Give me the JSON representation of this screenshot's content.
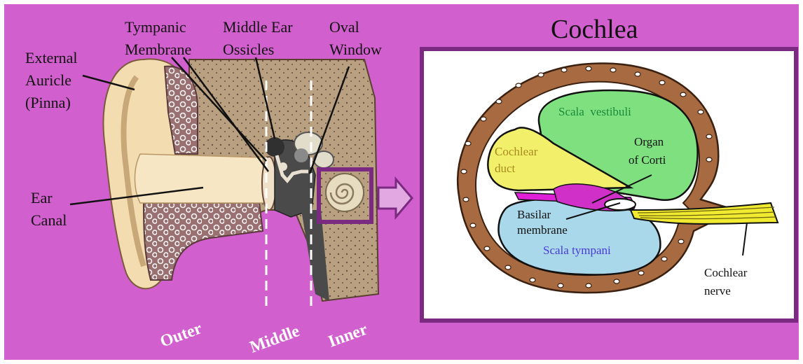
{
  "colors": {
    "background": "#d25fce",
    "frame": "#7a2a80",
    "cochlea_bone": "#a86a40",
    "scala_vestibuli": "#7fe07f",
    "cochlear_duct": "#f2f06a",
    "scala_tympani": "#a8d8ea",
    "basilar_membrane": "#e020d8",
    "nerve": "#f0ea30",
    "skin": "#f2dcb0",
    "bone_tissue": "#9a7070"
  },
  "ear": {
    "labels": {
      "external_auricle": [
        "External",
        "Auricle",
        "(Pinna)"
      ],
      "tympanic_membrane": [
        "Tympanic",
        "Membrane"
      ],
      "ossicles": [
        "Middle Ear",
        "Ossicles"
      ],
      "oval_window": [
        "Oval",
        "Window"
      ],
      "ear_canal": [
        "Ear",
        "Canal"
      ]
    },
    "sections": {
      "outer": "Outer",
      "middle": "Middle",
      "inner": "Inner"
    }
  },
  "cochlea": {
    "title": "Cochlea",
    "labels": {
      "scala_vestibuli": "Scala  vestibuli",
      "cochlear_duct": [
        "Cochlear",
        "duct"
      ],
      "organ_of_corti": [
        "Organ",
        "of Corti"
      ],
      "basilar_membrane": [
        "Basilar",
        "membrane"
      ],
      "scala_tympani": "Scala tympani",
      "cochlear_nerve": [
        "Cochlear",
        "nerve"
      ]
    },
    "label_colors": {
      "scala_vestibuli": "#1a8a3a",
      "cochlear_duct": "#a88a20",
      "scala_tympani": "#4a3ad8"
    }
  }
}
